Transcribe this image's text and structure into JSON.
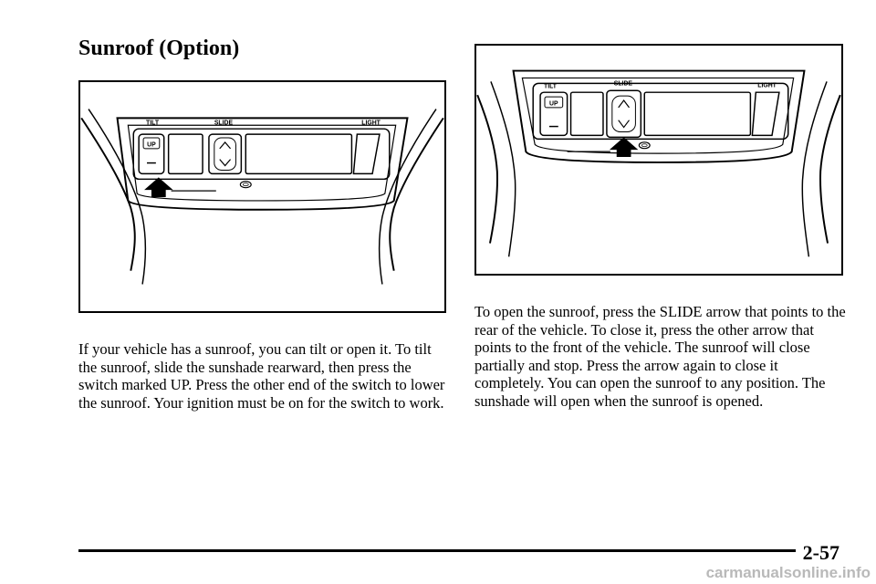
{
  "page": {
    "title": "Sunroof (Option)",
    "page_number": "2-57",
    "watermark": "carmanualsonline.info"
  },
  "figure_left": {
    "labels": {
      "tilt": "TILT",
      "slide": "SLIDE",
      "light": "LIGHT",
      "up": "UP"
    }
  },
  "figure_right": {
    "labels": {
      "tilt": "TILT",
      "slide": "SLIDE",
      "light": "LIGHT",
      "up": "UP"
    }
  },
  "paragraphs": {
    "left": "If your vehicle has a sunroof, you can tilt or open it. To tilt the sunroof, slide the sunshade rearward, then press the switch marked UP. Press the other end of the switch to lower the sunroof. Your ignition must be on for the switch to work.",
    "right": "To open the sunroof, press the SLIDE arrow that points to the rear of the vehicle. To close it, press the other arrow that points to the front of the vehicle. The sunroof will close partially and stop. Press the arrow again to close it completely. You can open the sunroof to any position. The sunshade will open when the sunroof is opened."
  }
}
